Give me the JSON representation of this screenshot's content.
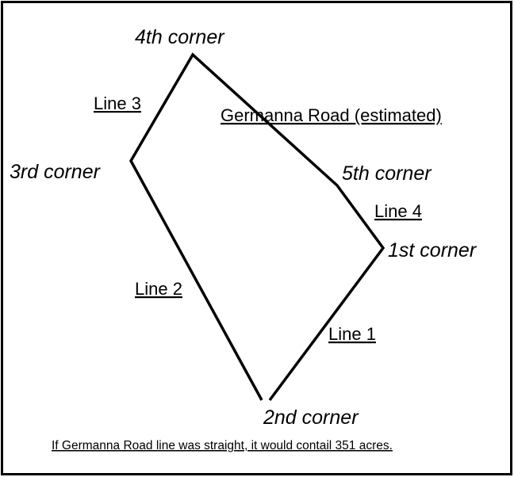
{
  "corners": {
    "first": "1st corner",
    "second": "2nd corner",
    "third": "3rd corner",
    "fourth": "4th corner",
    "fifth": "5th corner"
  },
  "lines": {
    "line1": "Line 1",
    "line2": "Line 2",
    "line3": "Line 3",
    "line4": "Line 4",
    "road": "Germanna Road (estimated)"
  },
  "note": "If Germanna Road line was straight, it would contail 351 acres.",
  "colors": {
    "stroke": "#000000",
    "background": "#ffffff"
  }
}
